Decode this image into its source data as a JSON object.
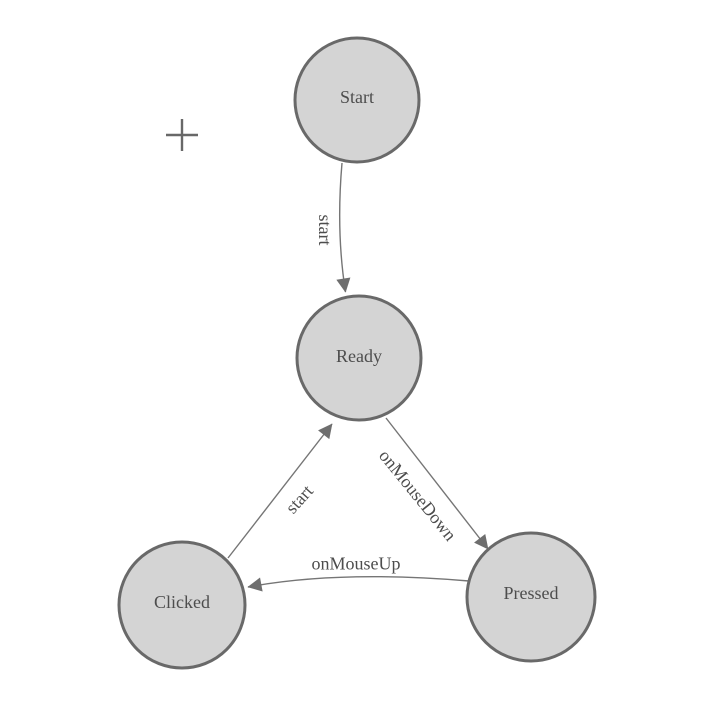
{
  "diagram": {
    "kind": "state-machine",
    "nodes": [
      {
        "id": "start",
        "label": "Start"
      },
      {
        "id": "ready",
        "label": "Ready"
      },
      {
        "id": "clicked",
        "label": "Clicked"
      },
      {
        "id": "pressed",
        "label": "Pressed"
      }
    ],
    "edges": [
      {
        "from": "Start",
        "to": "Ready",
        "label": "start"
      },
      {
        "from": "Clicked",
        "to": "Ready",
        "label": "start"
      },
      {
        "from": "Ready",
        "to": "Pressed",
        "label": "onMouseDown"
      },
      {
        "from": "Pressed",
        "to": "Clicked",
        "label": "onMouseUp"
      }
    ],
    "colors": {
      "background": "#ffffff",
      "node_fill": "#d4d4d4",
      "node_border": "#696969",
      "edge_line": "#757575",
      "arrowhead": "#6e6e6e",
      "label_text": "#4d4d4d",
      "crosshair": "#686868"
    },
    "icons": [
      {
        "name": "crosshair-icon",
        "glyph": "+"
      }
    ]
  }
}
